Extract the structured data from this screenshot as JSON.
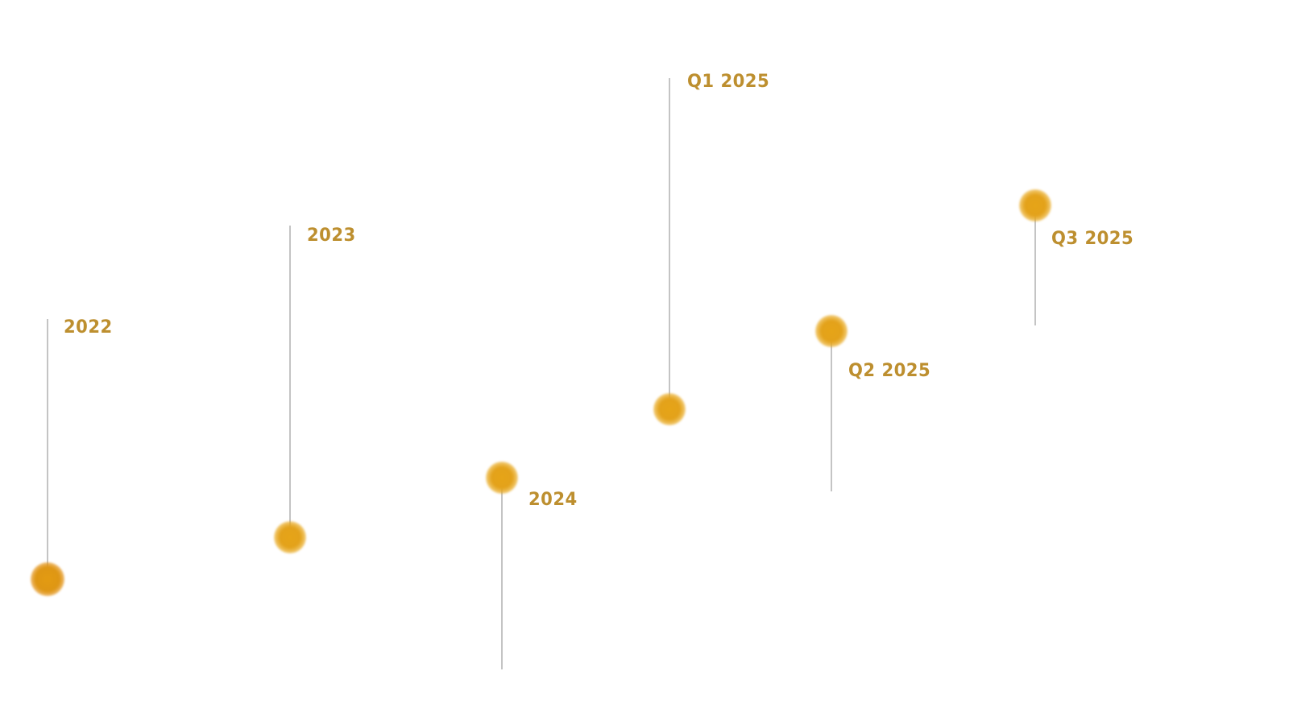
{
  "timeline": {
    "accent_color": "#bd8f2f",
    "dot_color": "#e6a417",
    "stem_color": "#c4c4c4",
    "milestones": [
      {
        "label": "2022"
      },
      {
        "label": "2023"
      },
      {
        "label": "2024"
      },
      {
        "label": "Q1 2025"
      },
      {
        "label": "Q2 2025"
      },
      {
        "label": "Q3 2025"
      }
    ]
  }
}
